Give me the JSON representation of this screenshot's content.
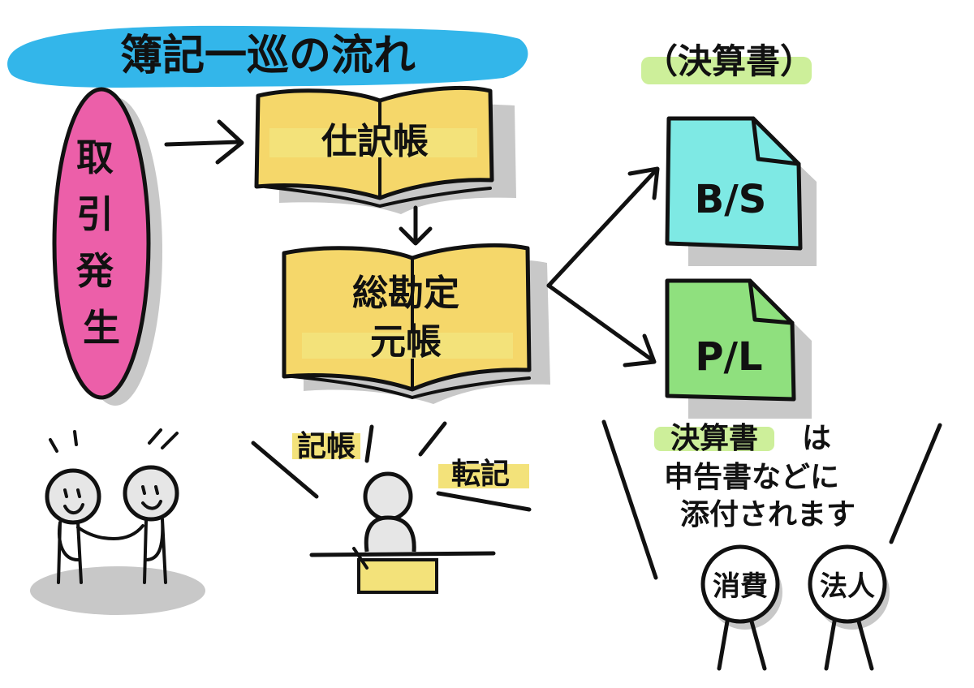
{
  "title": "簿記一巡の流れ",
  "transaction": {
    "label": "取引発生",
    "color": "#ec5fa9"
  },
  "journal": {
    "label": "仕訳帳"
  },
  "ledger": {
    "line1": "総勘定",
    "line2": "元帳"
  },
  "financial_statements": {
    "label": "（決算書）"
  },
  "documents": [
    {
      "label": "B/S",
      "color": "#7ee9e4"
    },
    {
      "label": "P/L",
      "color": "#8fe07e"
    }
  ],
  "action_labels": {
    "record": "記帳",
    "post": "転記"
  },
  "note": {
    "line1_word": "決算書",
    "line1_rest": "は",
    "line2": "申告書などに",
    "line3": "添付されます"
  },
  "taxes": [
    "消費",
    "法人"
  ],
  "colors": {
    "title_highlight": "#33b6ea",
    "book": "#f5d76a",
    "green_highlight": "#cdef9a",
    "yellow_highlight": "#f3e27a",
    "shadow": "#c8c8c8"
  }
}
